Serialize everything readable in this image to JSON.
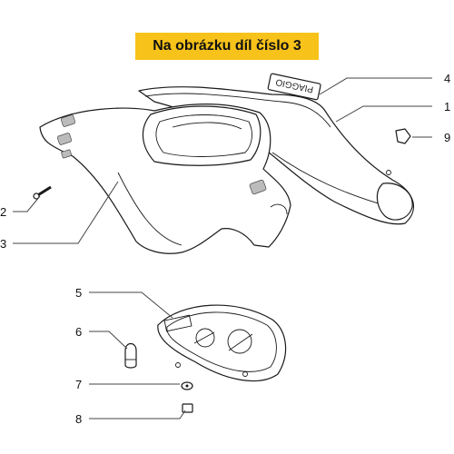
{
  "banner": {
    "text": "Na obrázku díl číslo 3",
    "color": "#f7c21a"
  },
  "labels": {
    "l1": "1",
    "l2": "2",
    "l3": "3",
    "l4": "4",
    "l5": "5",
    "l6": "6",
    "l7": "7",
    "l8": "8",
    "l9": "9"
  },
  "badge_text": "PIAGGIO"
}
